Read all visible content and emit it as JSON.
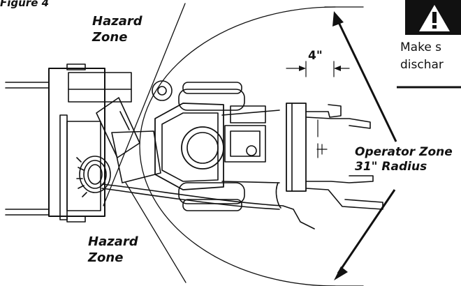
{
  "figure": {
    "label": "Figure 4"
  },
  "hazard_top": {
    "line1": "Hazard",
    "line2": "Zone"
  },
  "hazard_bottom": {
    "line1": "Hazard",
    "line2": "Zone"
  },
  "operator_zone": {
    "line1": "Operator Zone",
    "line2": "31\" Radius"
  },
  "dimension": {
    "label": "4\""
  },
  "warning": {
    "line1": "Make s",
    "line2": "dischar",
    "icon": "warning-triangle-icon"
  },
  "colors": {
    "ink": "#111111",
    "paper": "#ffffff"
  }
}
